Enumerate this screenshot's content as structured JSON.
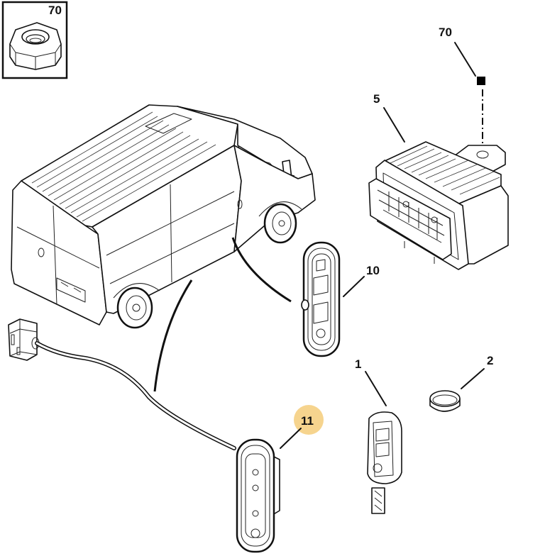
{
  "diagram": {
    "type": "exploded-parts-diagram",
    "subject": "Van keyless entry / central locking components",
    "highlight_color": "#F5CC7A",
    "inset": {
      "label": "70",
      "part": "hex-nut"
    },
    "callouts": [
      {
        "id": "c70",
        "label": "70",
        "part": "fastener"
      },
      {
        "id": "c5",
        "label": "5",
        "part": "control-module"
      },
      {
        "id": "c10",
        "label": "10",
        "part": "door-switch"
      },
      {
        "id": "c1",
        "label": "1",
        "part": "remote-key-fob"
      },
      {
        "id": "c2",
        "label": "2",
        "part": "coin-battery"
      },
      {
        "id": "c11",
        "label": "11",
        "part": "rear-door-switch-with-harness",
        "highlighted": true
      }
    ]
  }
}
